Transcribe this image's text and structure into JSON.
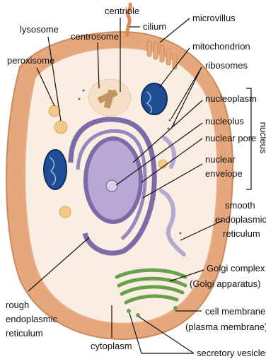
{
  "labels": {
    "centriole": "centriole",
    "lysosome": "lysosome",
    "centrosome": "centrosome",
    "cilium": "cilium",
    "microvillus": "microvillus",
    "peroxisome": "peroxisome",
    "mitochondrion": "mitochondrion",
    "ribosomes": "ribosomes",
    "nucleoplasm": "nucleoplasm",
    "nucleolus": "nucleolus",
    "nuclear_pore": "nuclear pore",
    "nuclear_envelope_1": "nuclear",
    "nuclear_envelope_2": "envelope",
    "nucleus": "nucleus",
    "smooth_er_1": "smooth",
    "smooth_er_2": "endoplasmic",
    "smooth_er_3": "reticulum",
    "golgi_1": "Golgi complex",
    "golgi_2": "(Golgi apparatus)",
    "rough_er_1": "rough",
    "rough_er_2": "endoplasmic",
    "rough_er_3": "reticulum",
    "cytoplasm": "cytoplasm",
    "cell_membrane_1": "cell membrane",
    "cell_membrane_2": "(plasma membrane)",
    "secretory_vesicles": "secretory vesicles"
  },
  "colors": {
    "membrane": "#e6a77c",
    "cytoplasm": "#faeee2",
    "nucleus": "#b7a8d4",
    "nucleus_dark": "#6c5a99",
    "mitochondrion": "#1f4f92",
    "golgi": "#6aa04d",
    "lysosome": "#f3c98a"
  }
}
